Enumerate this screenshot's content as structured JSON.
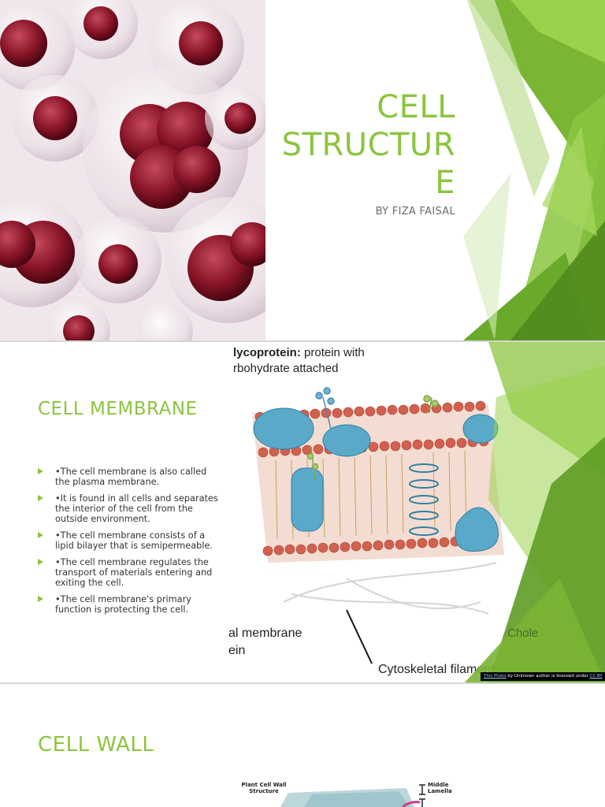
{
  "slide1": {
    "title_lines": [
      "CELL",
      "STRUCTUR",
      "E"
    ],
    "subtitle": "BY FIZA FAISAL"
  },
  "slide2": {
    "heading": "CELL MEMBRANE",
    "bullets": [
      "•The cell membrane is also called the plasma membrane.",
      "•It is found in all cells and separates the interior of the cell from the outside environment.",
      "•The cell membrane consists of a lipid bilayer that is semipermeable.",
      "•The cell membrane regulates the transport of materials entering and exiting the cell.",
      "•The cell membrane's primary function is protecting the cell."
    ],
    "image_labels": {
      "glycoprotein_bold": "lycoprotein:",
      "glycoprotein_rest": " protein with",
      "carbohydrate": "rbohydrate attached",
      "peripheral": "al membrane",
      "protein": "ein",
      "cytoskeletal": "Cytoskeletal filaments",
      "cholesterol": "Chole"
    },
    "credit": {
      "link1": "This Photo",
      "middle": " by Unknown author is licensed under ",
      "link2": "CC BY"
    }
  },
  "slide3": {
    "heading": "CELL WALL",
    "diagram_title_1": "Plant Cell Wall",
    "diagram_title_2": "Structure",
    "label_1": "Middle",
    "label_2": "Lamella"
  }
}
